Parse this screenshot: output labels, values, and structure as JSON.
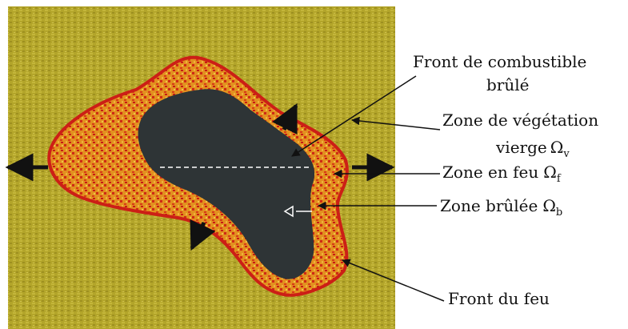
{
  "labels": {
    "front_combustible_line1": "Front de combustible",
    "front_combustible_line2": "brûlé",
    "zone_vegetation_line1": "Zone de végétation",
    "zone_vegetation_line2": "vierge",
    "omega": "Ω",
    "zone_feu": "Zone en feu",
    "zone_brulee": "Zone brûlée",
    "front_feu": "Front du feu",
    "sub_v": "v",
    "sub_f": "f",
    "sub_b": "b"
  },
  "colors": {
    "vegetation": "#b3a52a",
    "fire_zone": "#e08a1e",
    "fire_border": "#cc1f16",
    "burned_zone": "#2e3436",
    "arrows": "#111111"
  }
}
